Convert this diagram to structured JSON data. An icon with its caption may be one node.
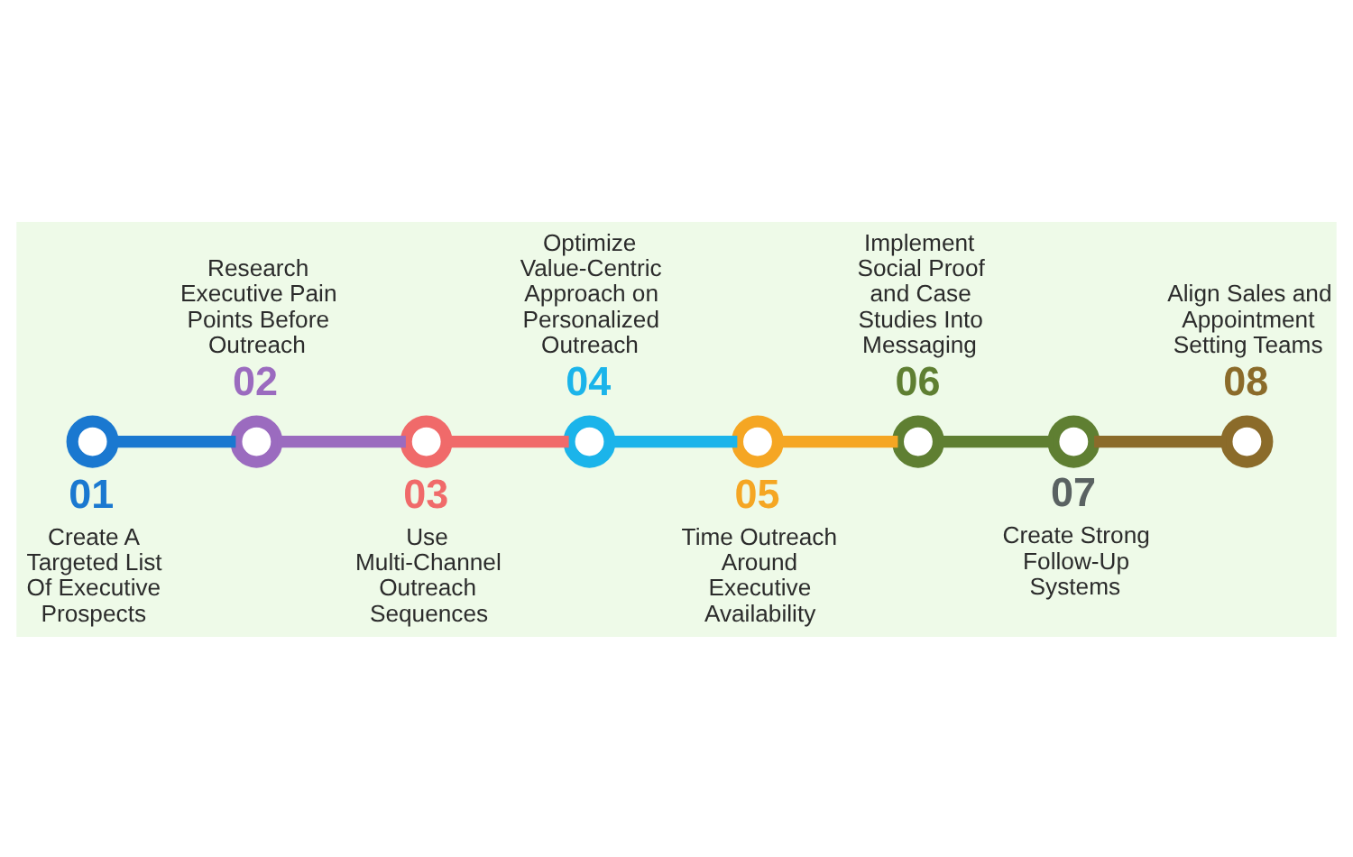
{
  "diagram": {
    "nodes": [
      {
        "text": [],
        "shape": "circle",
        "beside": [
          "01",
          "Create A Targeted List Of Executive Prospects"
        ]
      },
      {
        "text": [],
        "shape": "circle",
        "beside": [
          "Research Executive Pain Points Before Outreach",
          "02"
        ]
      },
      {
        "text": [],
        "shape": "circle",
        "beside": [
          "03",
          "Use Multi-Channel Outreach Sequences"
        ]
      },
      {
        "text": [],
        "shape": "circle",
        "beside": [
          "Optimize Value-Centric Approach on Personalized Outreach",
          "04"
        ]
      },
      {
        "text": [],
        "shape": "circle",
        "beside": [
          "05",
          "Time Outreach Around Executive Availability"
        ]
      },
      {
        "text": [],
        "shape": "circle",
        "beside": [
          "Implement Social Proof and Case Studies Into Messaging",
          "06"
        ]
      },
      {
        "text": [],
        "shape": "circle",
        "beside": [
          "07",
          "Create Strong Follow-Up Systems"
        ]
      },
      {
        "text": [],
        "shape": "circle",
        "beside": [
          "Align Sales and Appointment Setting Teams",
          "08"
        ]
      }
    ],
    "edges": [
      {
        "from": 0,
        "to": 1,
        "arrow": "none",
        "color": "#1a78d0"
      },
      {
        "from": 1,
        "to": 2,
        "arrow": "none",
        "color": "#9b6bbf"
      },
      {
        "from": 2,
        "to": 3,
        "arrow": "none",
        "color": "#f06a6a"
      },
      {
        "from": 3,
        "to": 4,
        "arrow": "none",
        "color": "#1bb4ea"
      },
      {
        "from": 4,
        "to": 5,
        "arrow": "none",
        "color": "#f5a623"
      },
      {
        "from": 5,
        "to": 6,
        "arrow": "none",
        "color": "#5f7f32"
      },
      {
        "from": 6,
        "to": 7,
        "arrow": "none",
        "color": "#8b6b2a"
      }
    ]
  }
}
